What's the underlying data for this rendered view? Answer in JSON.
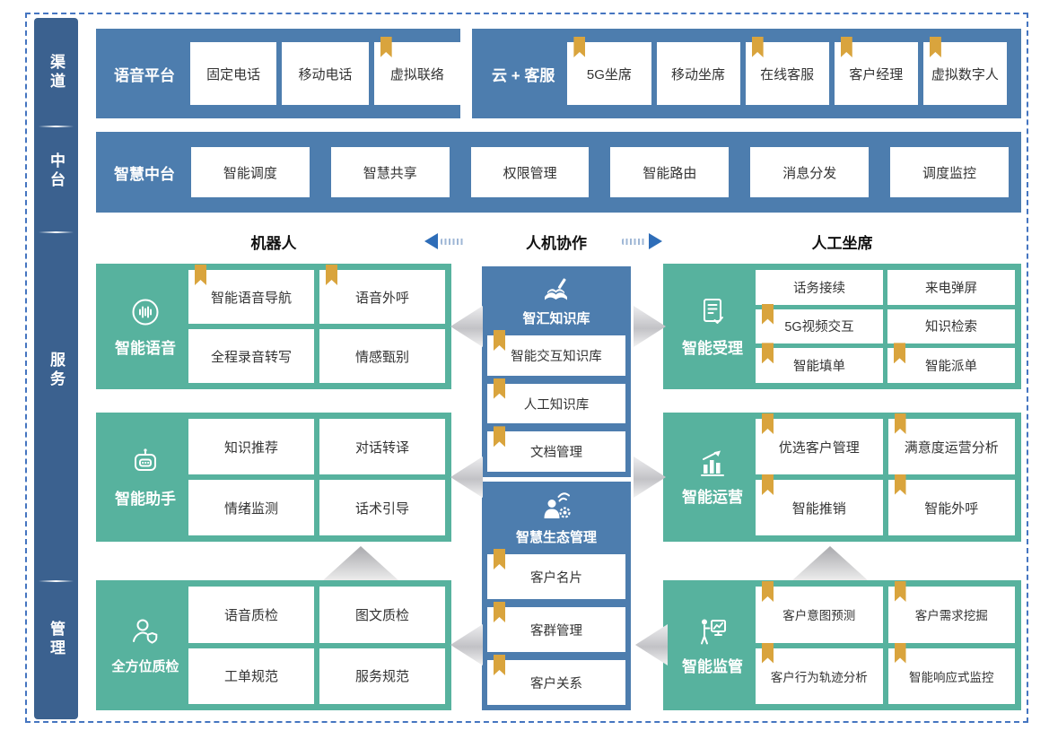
{
  "colors": {
    "panel_blue": "#4d7dae",
    "sidebar_blue": "#3b618f",
    "teal_green": "#57b29e",
    "bookmark_gold": "#d9a43d",
    "frame_border": "#4575c0",
    "arrow_blue": "#2e6db8"
  },
  "sidebar": {
    "items": [
      {
        "label": "渠道"
      },
      {
        "label": "中台"
      },
      {
        "label": "服务"
      },
      {
        "label": "管理"
      }
    ]
  },
  "voice_platform": {
    "label": "语音平台",
    "chips": [
      {
        "label": "固定电话",
        "bookmark": false
      },
      {
        "label": "移动电话",
        "bookmark": false
      },
      {
        "label": "虚拟联络",
        "bookmark": true
      }
    ]
  },
  "cloud_service": {
    "label": "云 + 客服",
    "chips": [
      {
        "label": "5G坐席",
        "bookmark": true
      },
      {
        "label": "移动坐席",
        "bookmark": false
      },
      {
        "label": "在线客服",
        "bookmark": true
      },
      {
        "label": "客户经理",
        "bookmark": true
      },
      {
        "label": "虚拟数字人",
        "bookmark": true
      }
    ]
  },
  "middle_platform": {
    "label": "智慧中台",
    "chips": [
      {
        "label": "智能调度"
      },
      {
        "label": "智慧共享"
      },
      {
        "label": "权限管理"
      },
      {
        "label": "智能路由"
      },
      {
        "label": "消息分发"
      },
      {
        "label": "调度监控"
      }
    ]
  },
  "collab": {
    "left": "机器人",
    "center": "人机协作",
    "right": "人工坐席"
  },
  "blocks": {
    "smart_voice": {
      "label": "智能语音",
      "icon": "voice-waveform-icon",
      "chips": [
        {
          "label": "智能语音导航",
          "bookmark": true
        },
        {
          "label": "语音外呼",
          "bookmark": true
        },
        {
          "label": "全程录音转写",
          "bookmark": false
        },
        {
          "label": "情感甄别",
          "bookmark": false
        }
      ]
    },
    "smart_assistant": {
      "label": "智能助手",
      "icon": "robot-icon",
      "chips": [
        {
          "label": "知识推荐",
          "bookmark": false
        },
        {
          "label": "对话转译",
          "bookmark": false
        },
        {
          "label": "情绪监测",
          "bookmark": false
        },
        {
          "label": "话术引导",
          "bookmark": false
        }
      ]
    },
    "quality_inspection": {
      "label": "全方位质检",
      "icon": "person-shield-icon",
      "chips": [
        {
          "label": "语音质检",
          "bookmark": false
        },
        {
          "label": "图文质检",
          "bookmark": false
        },
        {
          "label": "工单规范",
          "bookmark": false
        },
        {
          "label": "服务规范",
          "bookmark": false
        }
      ]
    },
    "knowledge_base": {
      "label": "智汇知识库",
      "icon": "book-pen-icon",
      "chips": [
        {
          "label": "智能交互知识库",
          "bookmark": true
        },
        {
          "label": "人工知识库",
          "bookmark": true
        },
        {
          "label": "文档管理",
          "bookmark": true
        }
      ]
    },
    "ecosystem_mgmt": {
      "label": "智慧生态管理",
      "icon": "person-network-icon",
      "chips": [
        {
          "label": "客户名片",
          "bookmark": true
        },
        {
          "label": "客群管理",
          "bookmark": true
        },
        {
          "label": "客户关系",
          "bookmark": true
        }
      ]
    },
    "smart_acceptance": {
      "label": "智能受理",
      "icon": "document-check-icon",
      "chips": [
        {
          "label": "话务接续",
          "bookmark": false
        },
        {
          "label": "来电弹屏",
          "bookmark": false
        },
        {
          "label": "5G视频交互",
          "bookmark": true
        },
        {
          "label": "知识检索",
          "bookmark": false
        },
        {
          "label": "智能填单",
          "bookmark": true
        },
        {
          "label": "智能派单",
          "bookmark": true
        }
      ]
    },
    "smart_operation": {
      "label": "智能运营",
      "icon": "chart-growth-icon",
      "chips": [
        {
          "label": "优选客户管理",
          "bookmark": true
        },
        {
          "label": "满意度运营分析",
          "bookmark": true
        },
        {
          "label": "智能推销",
          "bookmark": true
        },
        {
          "label": "智能外呼",
          "bookmark": true
        }
      ]
    },
    "smart_supervision": {
      "label": "智能监管",
      "icon": "presenter-chart-icon",
      "chips": [
        {
          "label": "客户意图预测",
          "bookmark": true
        },
        {
          "label": "客户需求挖掘",
          "bookmark": true
        },
        {
          "label": "客户行为轨迹分析",
          "bookmark": true
        },
        {
          "label": "智能响应式监控",
          "bookmark": true
        }
      ]
    }
  }
}
